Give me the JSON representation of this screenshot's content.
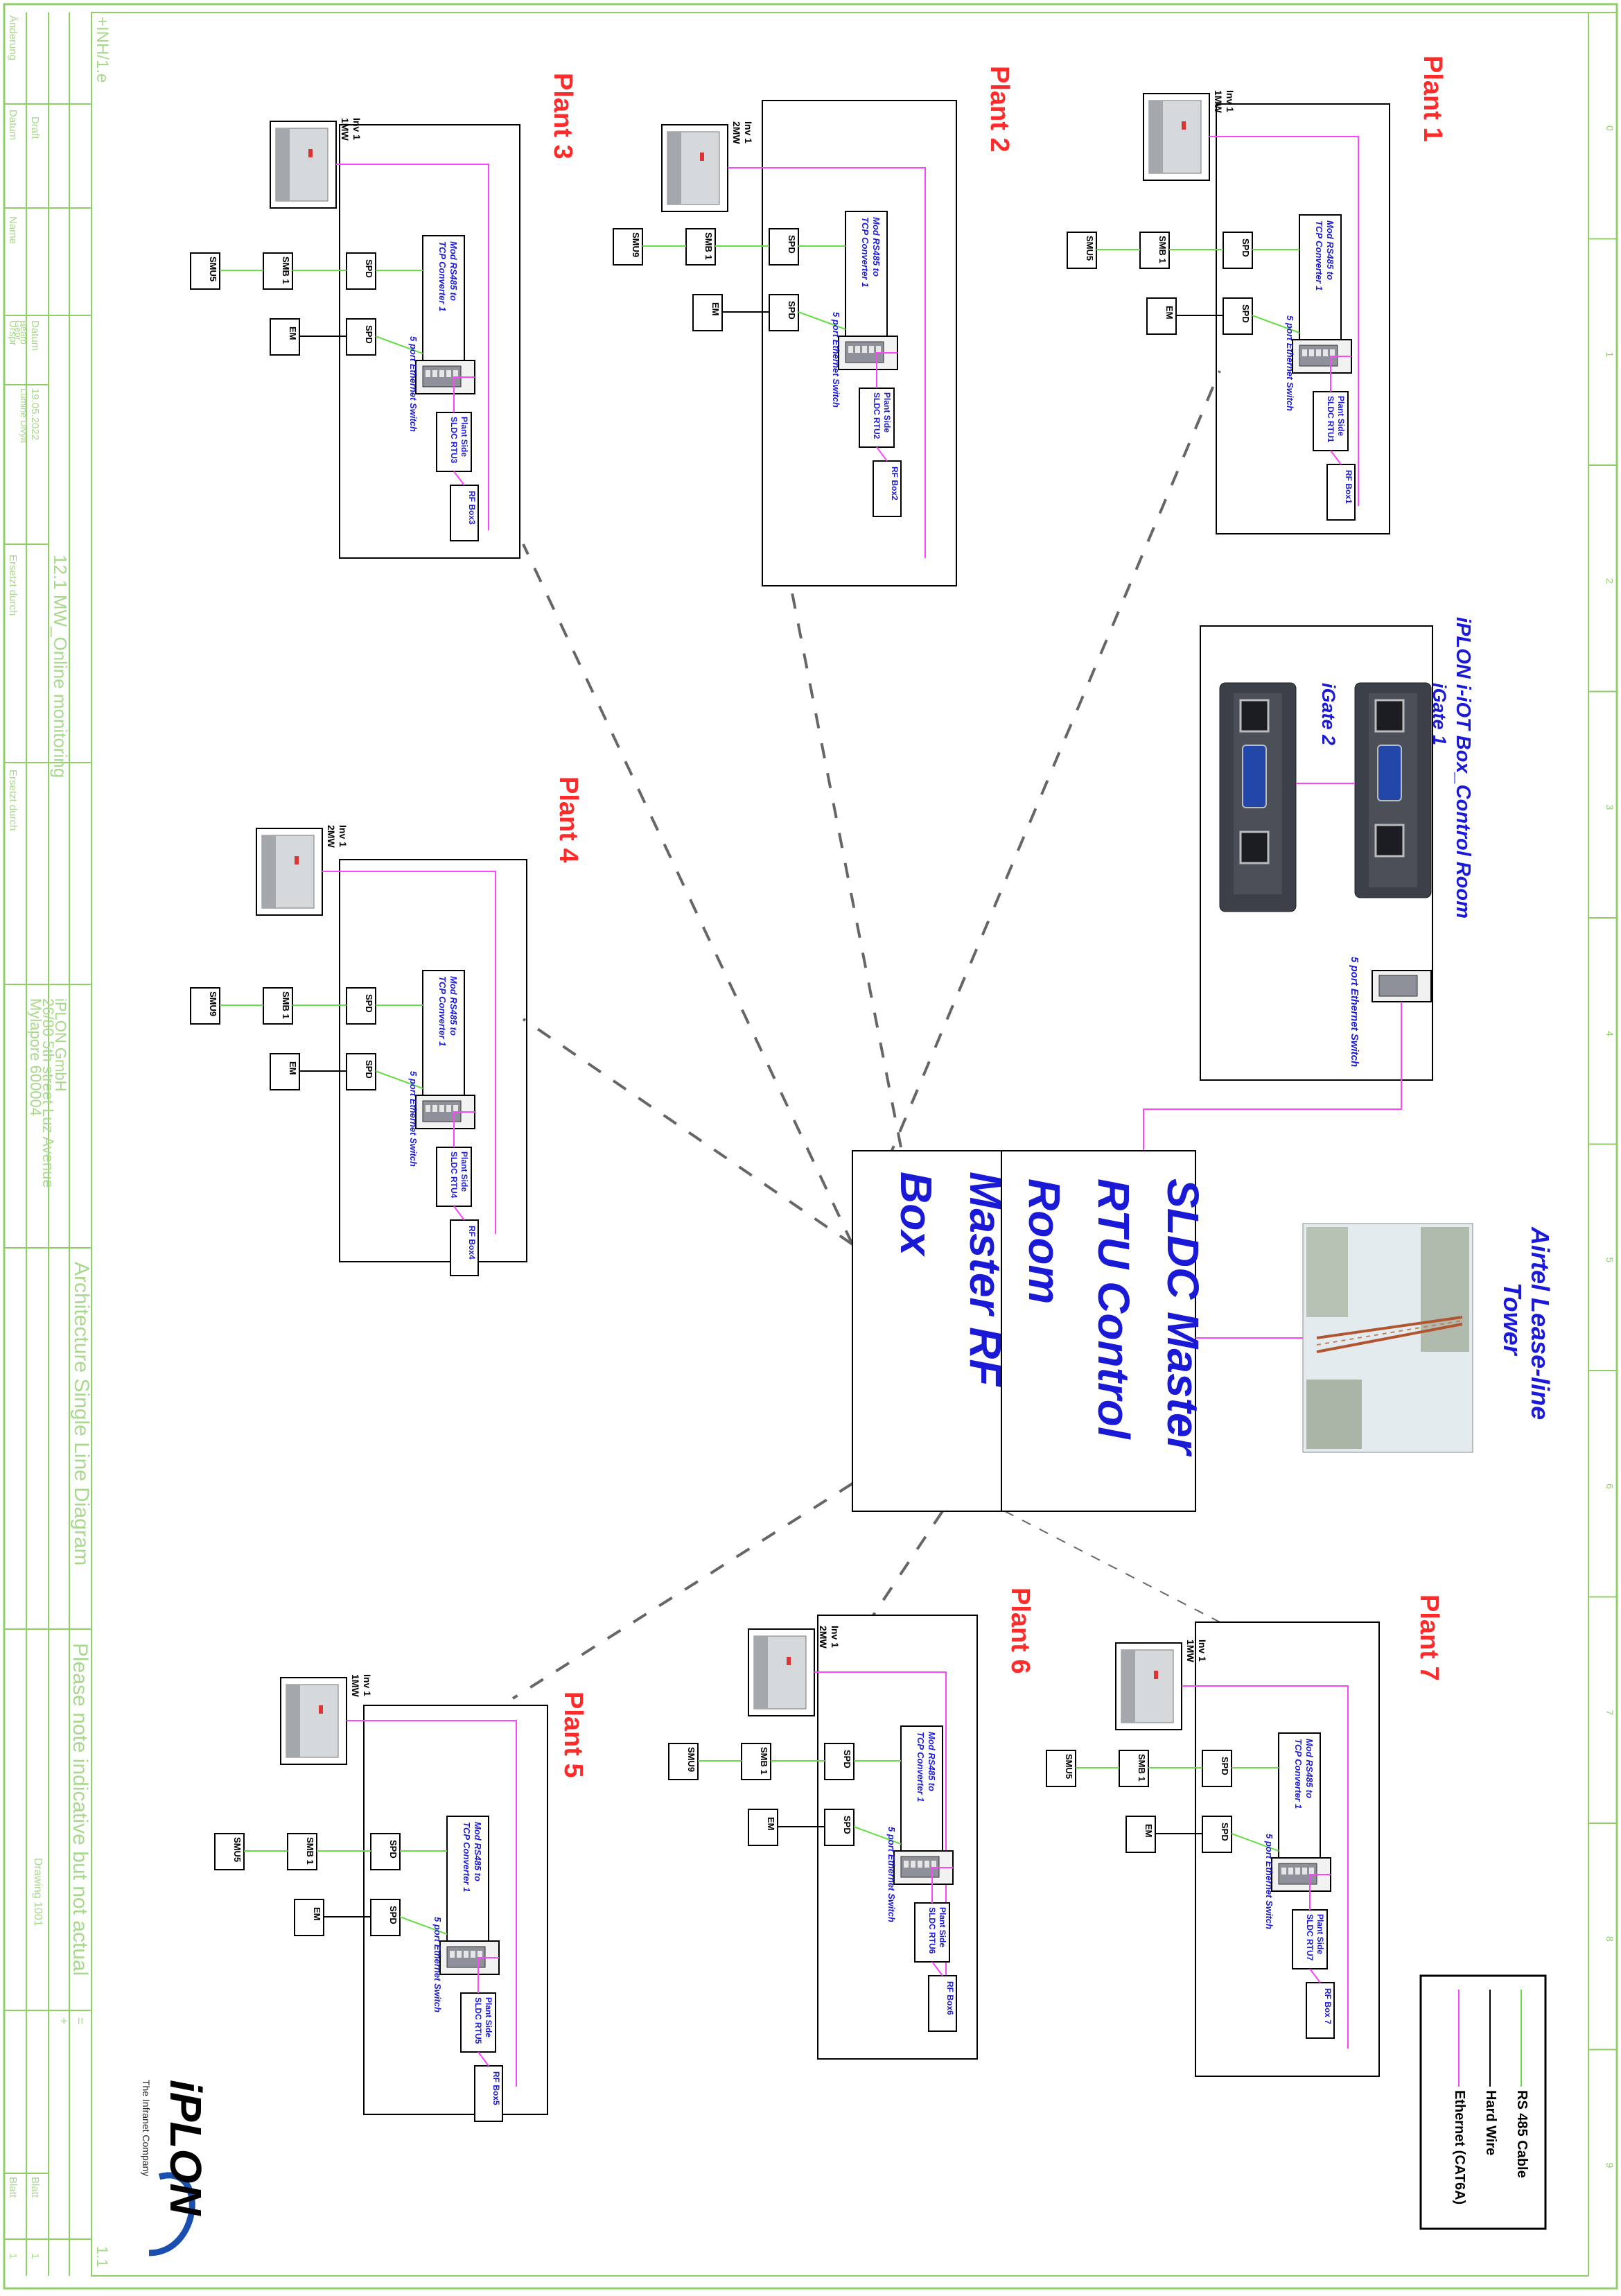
{
  "colors": {
    "frame": "#8fcf6a",
    "rs485": "#66dd44",
    "hardwire": "#000000",
    "ethernet": "#ff44ff",
    "plant_title": "#ff2a2a",
    "blue_text": "#1a1ad6",
    "title_block_text": "#a8d88c"
  },
  "plants": [
    {
      "title": "Plant 1",
      "inv": "Inv 1",
      "rating": "1MW",
      "smu": "SMU5",
      "smb": "SMB 1",
      "spd": "SPD",
      "em": "EM",
      "converter": "Mod RS485 to TCP Converter 1",
      "switch_label": "5 port Ethernet Switch",
      "rtu": "Plant Side SLDC RTU1",
      "rfbox": "RF Box1"
    },
    {
      "title": "Plant 2",
      "inv": "Inv 1",
      "rating": "2MW",
      "smu": "SMU9",
      "smb": "SMB 1",
      "spd": "SPD",
      "em": "EM",
      "converter": "Mod RS485 to TCP Converter 1",
      "switch_label": "5 port Ethernet Switch",
      "rtu": "Plant Side SLDC RTU2",
      "rfbox": "RF Box2"
    },
    {
      "title": "Plant 3",
      "inv": "Inv 1",
      "rating": "1MW",
      "smu": "SMU5",
      "smb": "SMB 1",
      "spd": "SPD",
      "em": "EM",
      "converter": "Mod RS485 to TCP Converter 1",
      "switch_label": "5 port Ethernet Switch",
      "rtu": "Plant Side SLDC RTU3",
      "rfbox": "RF Box3"
    },
    {
      "title": "Plant 4",
      "inv": "Inv 1",
      "rating": "2MW",
      "smu": "SMU9",
      "smb": "SMB 1",
      "spd": "SPD",
      "em": "EM",
      "converter": "Mod RS485 to TCP Converter 1",
      "switch_label": "5 port Ethernet Switch",
      "rtu": "Plant Side SLDC RTU4",
      "rfbox": "RF Box4"
    },
    {
      "title": "Plant 5",
      "inv": "Inv 1",
      "rating": "1MW",
      "smu": "SMU5",
      "smb": "SMB 1",
      "spd": "SPD",
      "em": "EM",
      "converter": "Mod RS485 to TCP Converter 1",
      "switch_label": "5 port Ethernet Switch",
      "rtu": "Plant Side SLDC RTU5",
      "rfbox": "RF Box5"
    },
    {
      "title": "Plant 6",
      "inv": "Inv 1",
      "rating": "2MW",
      "smu": "SMU9",
      "smb": "SMB 1",
      "spd": "SPD",
      "em": "EM",
      "converter": "Mod RS485 to TCP Converter 1",
      "switch_label": "5 port Ethernet Switch",
      "rtu": "Plant Side SLDC RTU6",
      "rfbox": "RF Box6"
    },
    {
      "title": "Plant 7",
      "inv": "Inv 1",
      "rating": "1MW",
      "smu": "SMU5",
      "smb": "SMB 1",
      "spd": "SPD",
      "em": "EM",
      "converter": "Mod RS485 to TCP Converter 1",
      "switch_label": "5 port Ethernet Switch",
      "rtu": "Plant Side SLDC RTU7",
      "rfbox": "RF Box 7"
    }
  ],
  "control_room": {
    "title": "iPLON i-iOT Box_Control Room",
    "igate1": "iGate 1",
    "igate2": "iGate 2",
    "switch_label": "5 port Ethernet Switch"
  },
  "master": {
    "line1": "SLDC Master",
    "line2": "RTU Control",
    "line3": "Room",
    "line4": "Master RF",
    "line5": "Box"
  },
  "tower": {
    "line1": "Airtel Lease-line",
    "line2": "Tower"
  },
  "legend": {
    "rs485": "RS 485 Cable",
    "hardwire": "Hard Wire",
    "ethernet": "Ethernet (CAT6A)"
  },
  "title_block": {
    "doc_code": "+INH/1.e",
    "col_aenderung": "Änderung",
    "col_datum": "Datum",
    "col_name": "Name",
    "col_urspr": "Urspr",
    "draft": "Draft",
    "datum2": "Datum",
    "date_value": "19.05.2022",
    "bearb": "Bearb",
    "author": "Lumine Divya",
    "gepr": "Gepr",
    "name2": "Name",
    "ersetzt": "Ersetzt durch",
    "ersetzt2": "Ersetzt durch",
    "project": "12.1 MW_Online monitoring",
    "company": "iPLON GmbH",
    "address1": "26/80 5th street Luz Avenue",
    "address2": "Mylapore 600004",
    "drawing_title": "Architecture Single Line Diagram",
    "note": "Please note indicative but not actual",
    "drawing_no": "Drawing 1001",
    "eq": "=",
    "plus": "+",
    "blatt": "Blatt",
    "blatt2": "Blatt",
    "page": "1.1",
    "one": "1",
    "one2": "1",
    "logo": "iPLON",
    "tagline": "The Infranet Company"
  },
  "border_numbers": [
    "0",
    "1",
    "2",
    "3",
    "4",
    "5",
    "6",
    "7",
    "8",
    "9"
  ]
}
